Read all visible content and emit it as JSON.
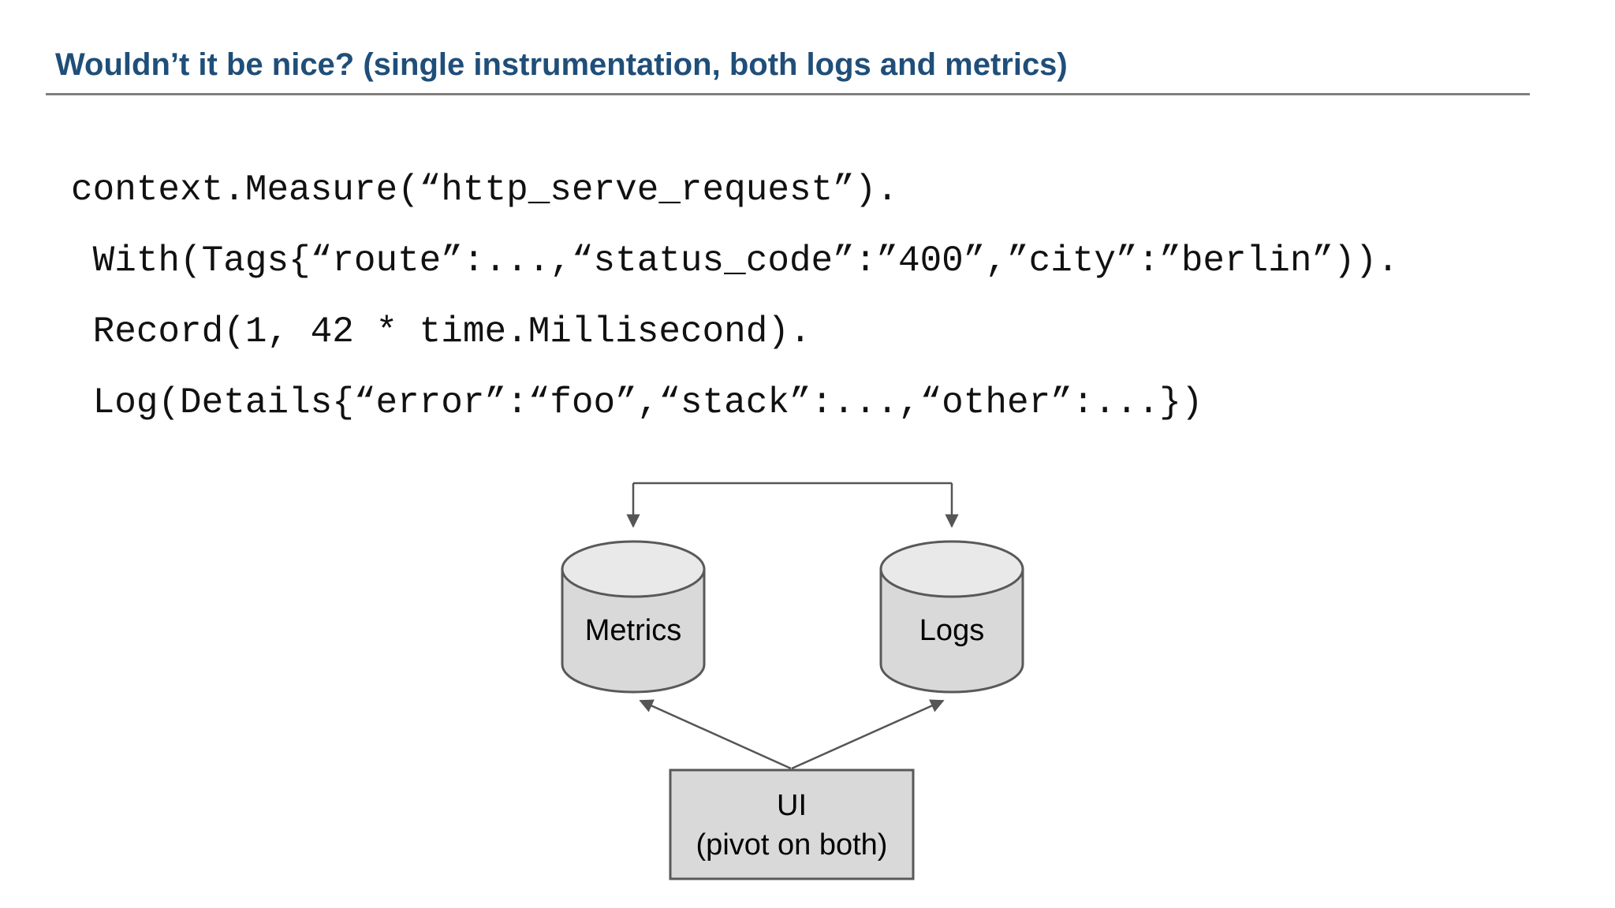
{
  "slide": {
    "title": "Wouldn’t it be nice? (single instrumentation, both logs and metrics)"
  },
  "code": {
    "lines": [
      "context.Measure(“http_serve_request”).",
      " With(Tags{“route”:...,“status_code”:”400”,”city”:”berlin”)).",
      " Record(1, 42 * time.Millisecond).",
      " Log(Details{“error”:“foo”,“stack”:...,“other”:...})"
    ]
  },
  "diagram": {
    "metrics_label": "Metrics",
    "logs_label": "Logs",
    "ui_box": {
      "line1": "UI",
      "line2": "(pivot on both)"
    }
  },
  "colors": {
    "title_text": "#1F4E79",
    "divider": "#7F7F7F",
    "code_text": "#111111",
    "shape_fill": "#D9D9D9",
    "cylinder_top_fill": "#E9E9E9",
    "shape_stroke": "#595959",
    "connector": "#555555",
    "background": "#FFFFFF"
  }
}
